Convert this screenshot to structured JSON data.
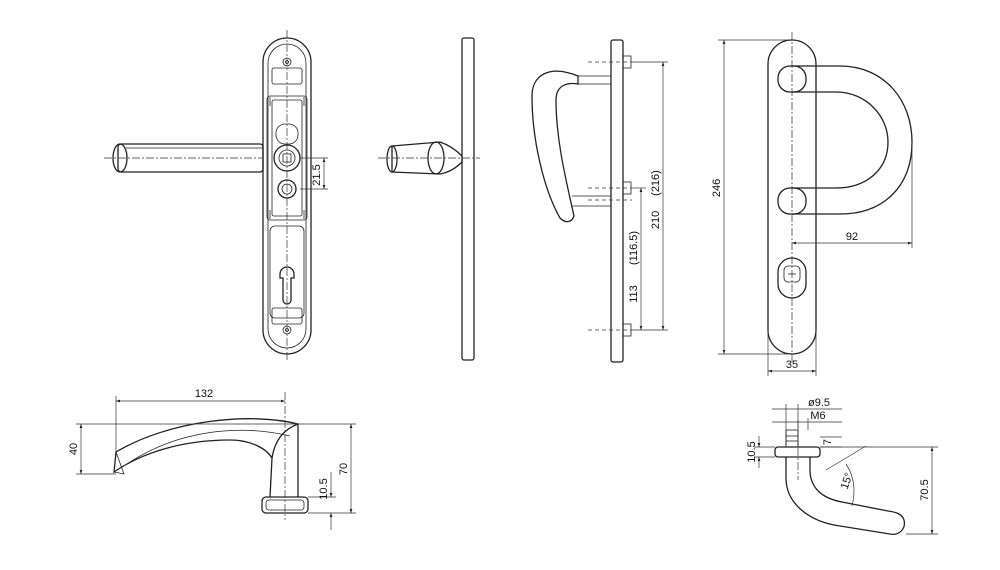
{
  "dimensions": {
    "d21_5": "21.5",
    "d246": "246",
    "d210": "210",
    "d216": "(216)",
    "d113": "113",
    "d116_5": "(116.5)",
    "d92": "92",
    "d35": "35",
    "d132": "132",
    "d40": "40",
    "d70": "70",
    "d10_5_left": "10.5",
    "dphi9_5": "ø9.5",
    "dM6": "M6",
    "d7": "7",
    "d10_5_right": "10.5",
    "d70_5": "70.5",
    "d15deg": "15°"
  }
}
